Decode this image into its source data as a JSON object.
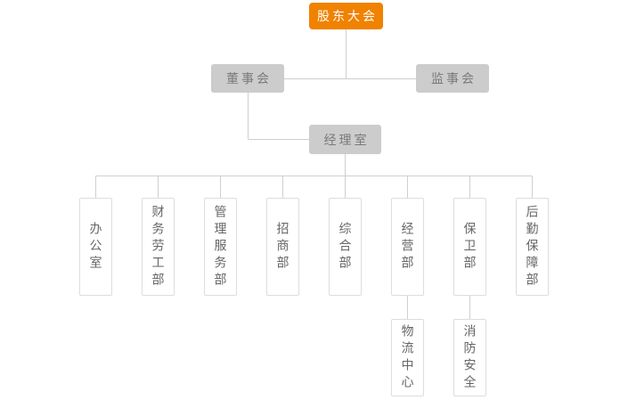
{
  "colors": {
    "accent": "#f08200",
    "root-text": "#ffffff",
    "gray-bg": "#cccccc",
    "gray-text": "#7a7a7a",
    "line": "#cfcfcf",
    "white-box-border": "#dddddd",
    "white-box-text": "#666666",
    "background": "#ffffff"
  },
  "org": {
    "root": {
      "label": "股东大会"
    },
    "level2": [
      {
        "label": "董事会",
        "parent": "股东大会"
      },
      {
        "label": "监事会",
        "parent": "股东大会"
      }
    ],
    "level3": {
      "label": "经理室",
      "parent": "董事会"
    },
    "departments": [
      {
        "label": "办公室",
        "parent": "经理室"
      },
      {
        "label": "财务劳工部",
        "parent": "经理室"
      },
      {
        "label": "管理服务部",
        "parent": "经理室"
      },
      {
        "label": "招商部",
        "parent": "经理室"
      },
      {
        "label": "综合部",
        "parent": "经理室"
      },
      {
        "label": "经营部",
        "parent": "经理室"
      },
      {
        "label": "保卫部",
        "parent": "经理室"
      },
      {
        "label": "后勤保障部",
        "parent": "经理室"
      }
    ],
    "sub_departments": [
      {
        "label": "物流中心",
        "parent": "经营部"
      },
      {
        "label": "消防安全",
        "parent": "保卫部"
      }
    ]
  }
}
